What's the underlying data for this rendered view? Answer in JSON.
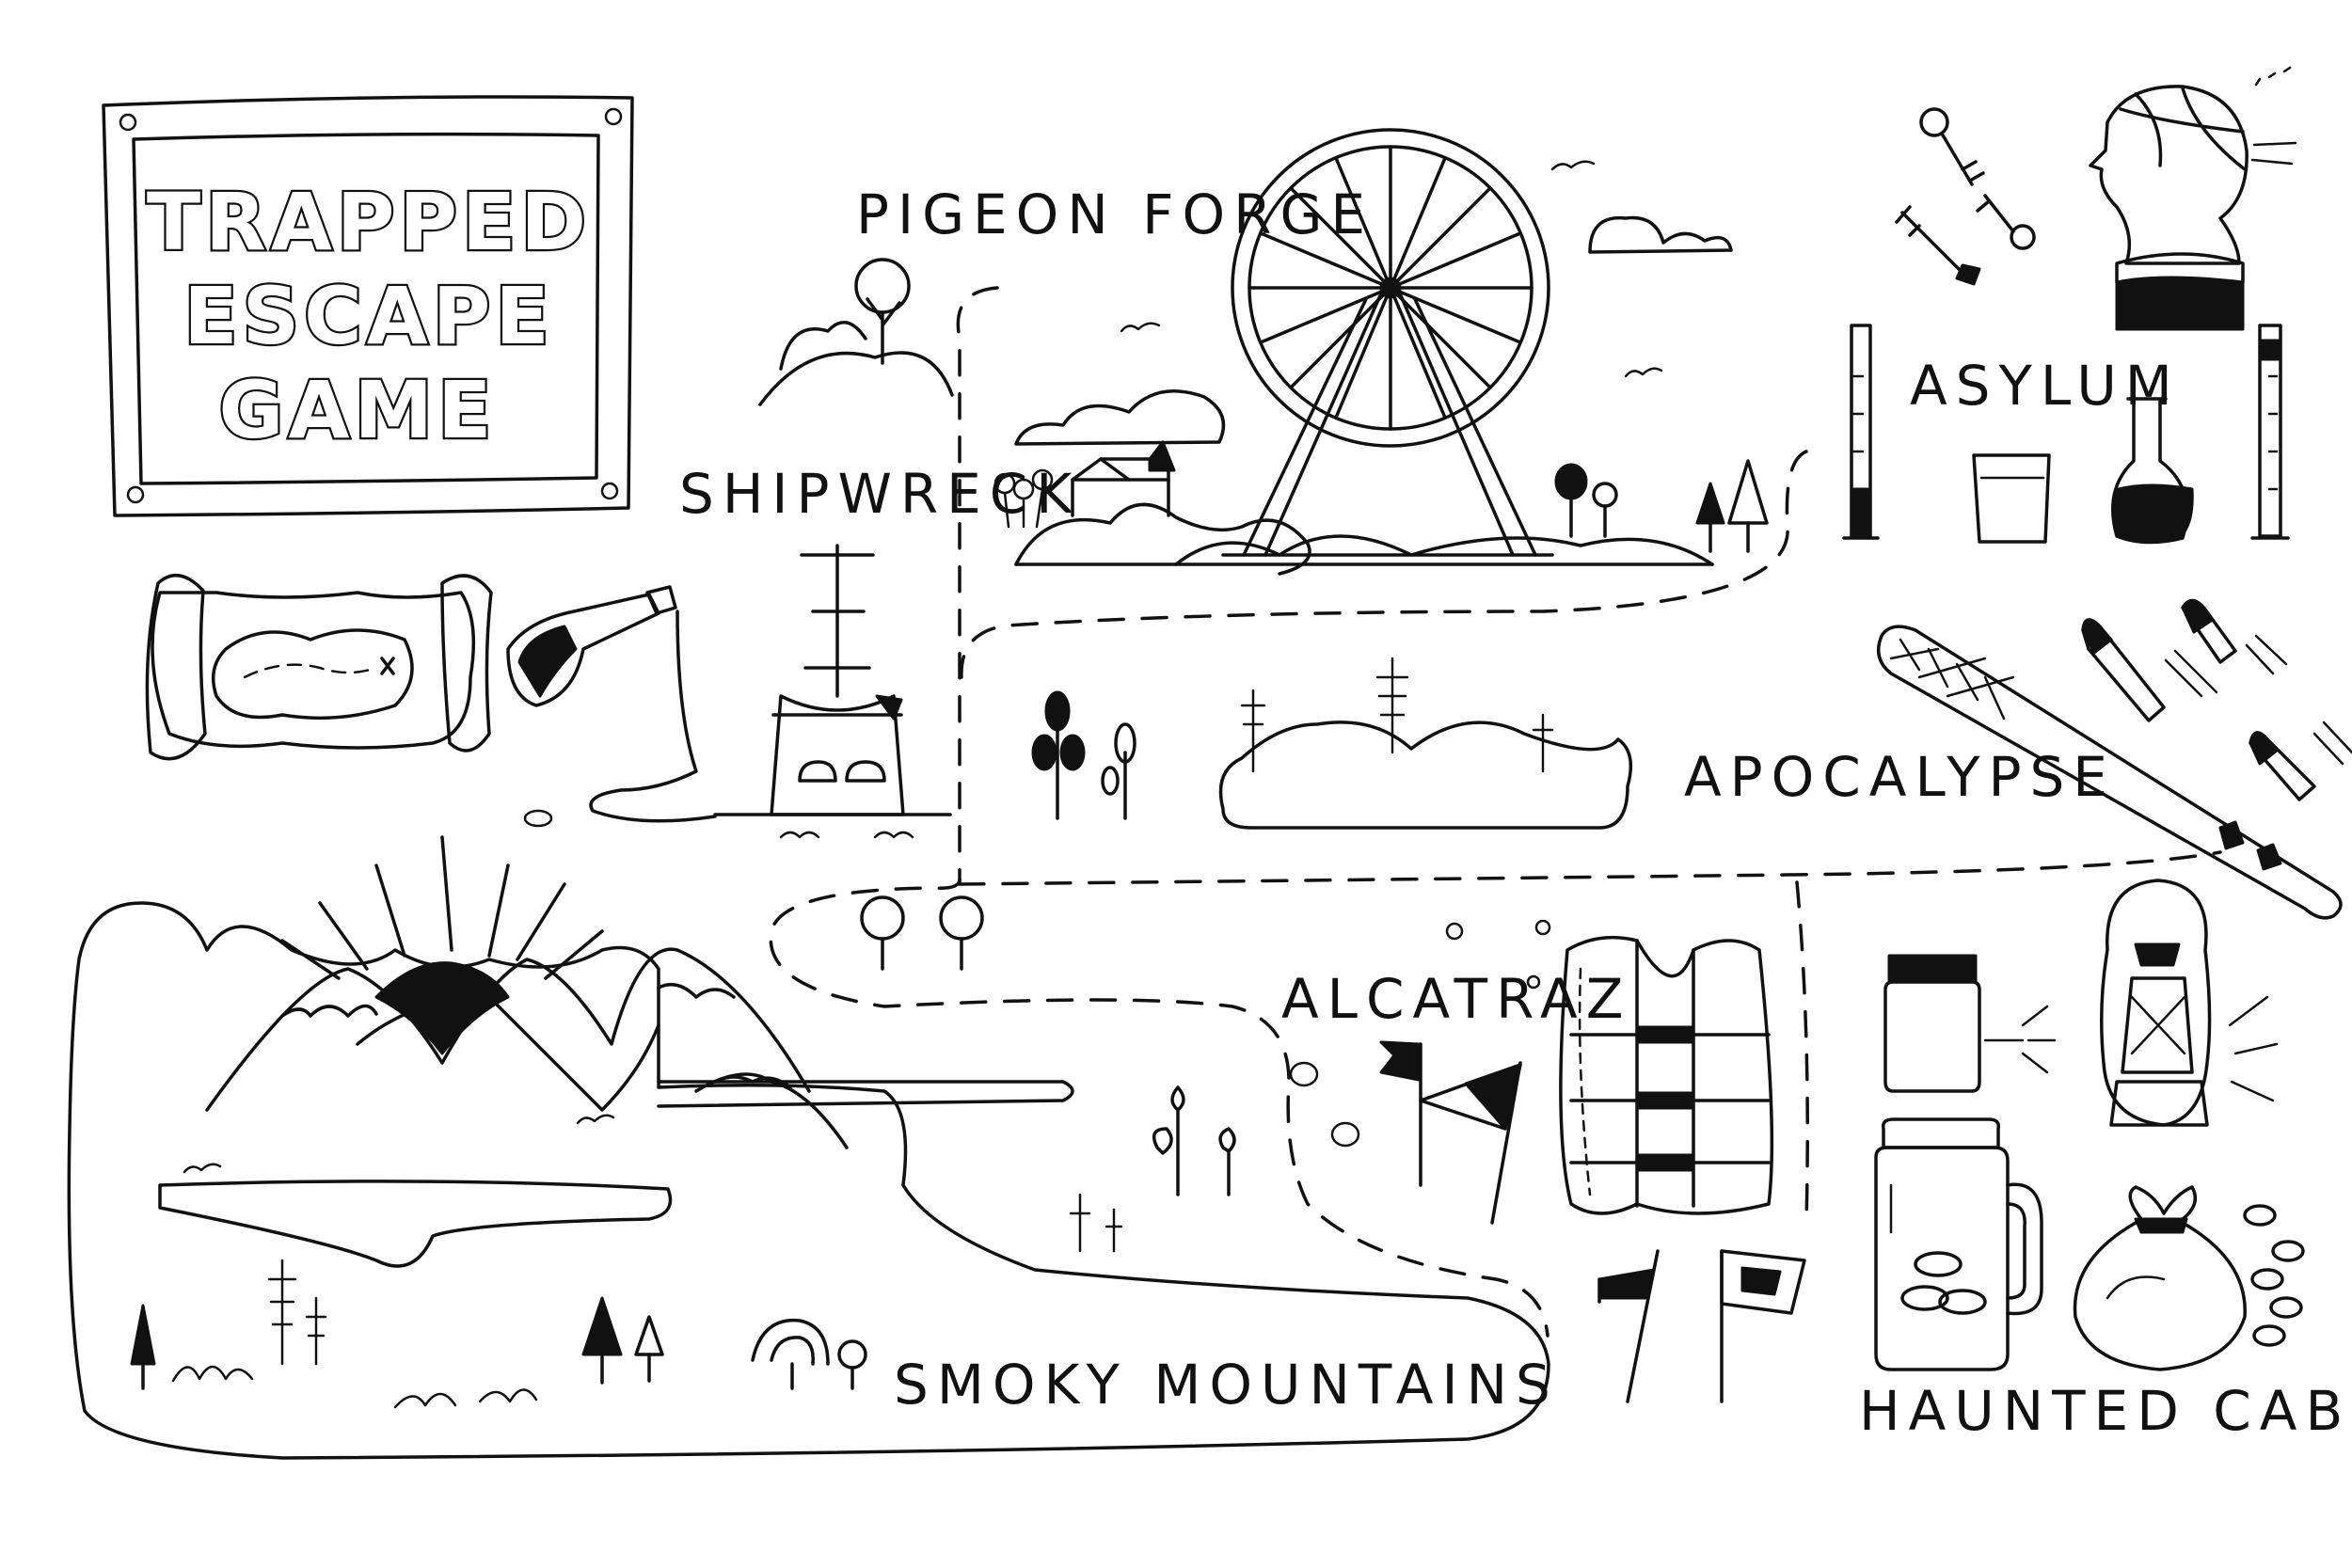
{
  "title": {
    "lines": [
      "TRAPPED",
      "ESCAPE",
      "GAME"
    ]
  },
  "places": {
    "pigeon_forge": "PIGEON FORGE",
    "shipwreck": "SHIPWRECK",
    "asylum": "ASYLUM",
    "apocalypse": "APOCALYPSE",
    "alcatraz": "ALCATRAZ",
    "smoky_mountains": "SMOKY MOUNTAINS",
    "haunted_cabin": "HAUNTED CABIN"
  },
  "icons": [
    "ferris-wheel-icon",
    "treasure-map-icon",
    "bottle-icon",
    "ship-icon",
    "keys-icon",
    "phrenology-head-icon",
    "test-tube-icon",
    "beaker-icon",
    "flask-icon",
    "baseball-bat-icon",
    "bullet-icon",
    "life-vest-icon",
    "flag-icon",
    "jar-icon",
    "mason-jar-icon",
    "lantern-icon",
    "money-bag-icon",
    "coin-icon",
    "mountain-icon",
    "tree-icon",
    "cloud-icon",
    "bird-icon",
    "house-icon"
  ],
  "colors": {
    "ink": "#111111",
    "paper": "#ffffff"
  }
}
